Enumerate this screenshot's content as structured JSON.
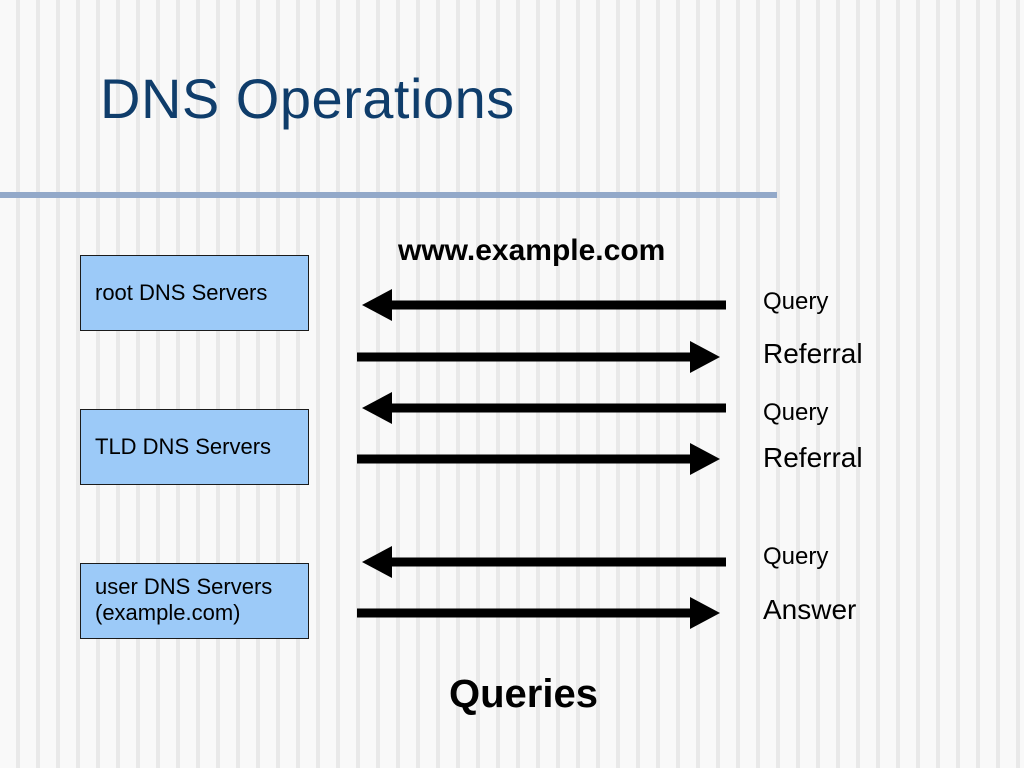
{
  "title": "DNS Operations",
  "domain": "www.example.com",
  "servers": {
    "root": [
      "root DNS Servers"
    ],
    "tld": [
      "TLD DNS Servers"
    ],
    "user": [
      "user DNS Servers",
      "(example.com)"
    ]
  },
  "exchanges": [
    {
      "direction": "left",
      "label": "Query"
    },
    {
      "direction": "right",
      "label": "Referral"
    },
    {
      "direction": "left",
      "label": "Query"
    },
    {
      "direction": "right",
      "label": "Referral"
    },
    {
      "direction": "left",
      "label": "Query"
    },
    {
      "direction": "right",
      "label": "Answer"
    }
  ],
  "caption": "Queries",
  "colors": {
    "title": "#0f3d6b",
    "rule": "#93a9c9",
    "box_fill": "#9ccaf8",
    "arrow": "#000000"
  }
}
